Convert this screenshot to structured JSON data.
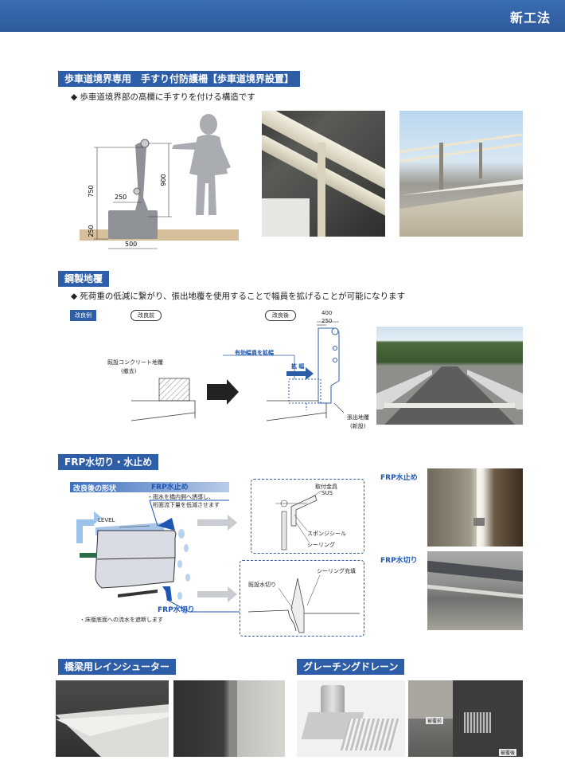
{
  "header": {
    "title": "新工法"
  },
  "sec1": {
    "title": "歩車道境界専用　手すり付防護柵【歩車道境界設置】",
    "bullet": "◆ 歩車道境界部の高欄に手すりを付ける構造です",
    "dims": {
      "d750": "750",
      "d900": "900",
      "d250a": "250",
      "d250b": "250",
      "d500": "500"
    }
  },
  "sec2": {
    "title": "鋼製地覆",
    "bullet": "◆ 死荷重の低減に繋がり、張出地覆を使用することで幅員を拡げることが可能になります",
    "example": "改良例",
    "before": "改良前",
    "after": "改良後",
    "label_old": "既設コンクリート地覆",
    "label_old2": "(撤去)",
    "label_wide": "有効幅員を拡幅",
    "label_expand": "拡 幅",
    "d400": "400",
    "d250": "250",
    "label_new": "張出地覆",
    "label_new2": "(新設)"
  },
  "sec3": {
    "title": "FRP水切り・水止め",
    "shape": "改良後の形状",
    "stop": "FRP水止め",
    "stop_note1": "・雨水を橋内側へ誘導し、",
    "stop_note2": "　桁面流下量を低減させます",
    "level": "LEVEL",
    "cut": "FRP水切り",
    "cut_note": "・床版底面への流水を遮断します",
    "box1_a": "取付金具",
    "box1_b": "SUS",
    "box1_c": "スポンジシール",
    "box1_d": "シーリング",
    "box2_a": "シーリング充填",
    "box2_b": "既設水切り",
    "photo_stop": "FRP水止め",
    "photo_cut": "FRP水切り"
  },
  "sec4": {
    "title": "橋梁用レインシューター"
  },
  "sec5": {
    "title": "グレーチングドレーン",
    "tag1": "被覆前",
    "tag2": "被覆後"
  }
}
